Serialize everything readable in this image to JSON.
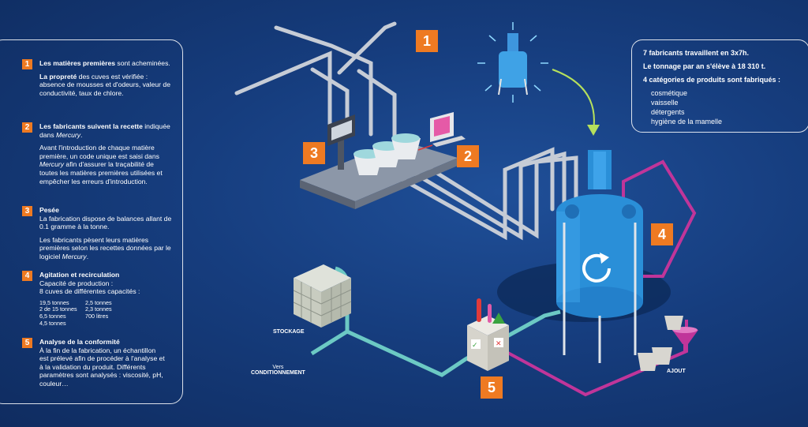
{
  "steps": [
    {
      "num": "1",
      "p1_bold": "Les matières premières",
      "p1_rest": " sont acheminées.",
      "p2_bold": "La propreté",
      "p2_rest": " des cuves est vérifiée : absence de mousses et d'odeurs, valeur de conductivité, taux de chlore."
    },
    {
      "num": "2",
      "p1_bold": "Les fabricants suivent la recette",
      "p1_mid": " indiquée dans ",
      "p1_italic": "Mercury",
      "p1_end": ".",
      "p2_a": "Avant l'introduction de chaque matière première, un code unique est saisi dans ",
      "p2_italic": "Mercury",
      "p2_b": " afin d'assurer la traçabilité de toutes les matières premières utilisées et empêcher les erreurs d'introduction."
    },
    {
      "num": "3",
      "title": "Pesée",
      "p1": "La fabrication dispose  de balances allant de 0.1 gramme à la tonne.",
      "p2_a": "Les fabricants pèsent leurs matières premières selon les recettes données par le logiciel ",
      "p2_italic": "Mercury",
      "p2_b": "."
    },
    {
      "num": "4",
      "title": "Agitation et recirculation",
      "p1": "Capacité de production :",
      "p2": "8 cuves de différentes capacités  :",
      "cap_left": [
        "19,5 tonnes",
        "2 de 15 tonnes",
        "6,5 tonnes",
        "4,5 tonnes"
      ],
      "cap_right": [
        "2,5 tonnes",
        "2,3 tonnes",
        "700 litres"
      ]
    },
    {
      "num": "5",
      "title": "Analyse de la conformité",
      "p1": "À la fin de la fabrication, un échantillon est prélevé afin de procéder à l'analyse et à la validation du produit. Différents paramètres sont analysés : viscosité, pH, couleur…"
    }
  ],
  "info": {
    "line1": "7 fabricants travaillent en 3x7h.",
    "line2": "Le tonnage par an s'élève à 18 310 t.",
    "line3": "4 catégories de produits sont fabriqués :",
    "categories": [
      "cosmétique",
      "vaisselle",
      "détergents",
      "hygiène de la mamelle"
    ]
  },
  "diagram": {
    "badges": [
      "1",
      "2",
      "3",
      "4",
      "5"
    ],
    "labels": {
      "stockage": "STOCKAGE",
      "vers": "Vers",
      "conditionnement": "CONDITIONNEMENT",
      "ajout": "AJOUT"
    },
    "colors": {
      "accent": "#ee7a22",
      "pipe_recirc": "#c0359a",
      "pipe_out": "#6cc9c4",
      "tank": "#2a8fd8"
    }
  }
}
